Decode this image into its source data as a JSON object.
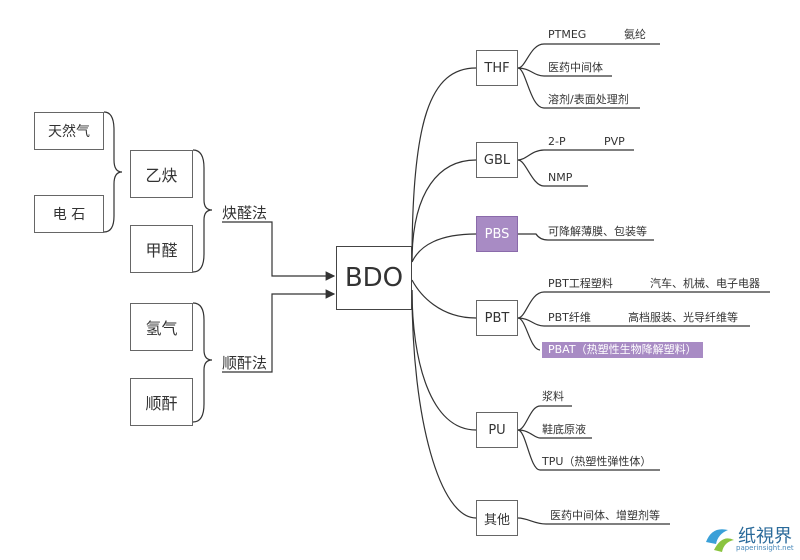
{
  "center": "BDO",
  "sources": {
    "natural_gas": "天然气",
    "electric_stone": "电 石",
    "acetylene": "乙炔",
    "formaldehyde": "甲醛",
    "hydrogen": "氢气",
    "maleic_anhydride": "顺酐"
  },
  "methods": {
    "reppe": "炔醛法",
    "maleic": "顺酐法"
  },
  "products": {
    "thf": {
      "label": "THF",
      "apps": [
        "PTMEG",
        "氨纶",
        "医药中间体",
        "溶剂/表面处理剂"
      ]
    },
    "gbl": {
      "label": "GBL",
      "apps": [
        "2-P",
        "PVP",
        "NMP"
      ]
    },
    "pbs": {
      "label": "PBS",
      "apps": [
        "可降解薄膜、包装等"
      ]
    },
    "pbt": {
      "label": "PBT",
      "apps": [
        "PBT工程塑料",
        "汽车、机械、电子电器",
        "PBT纤维",
        "高档服装、光导纤维等",
        "PBAT（热塑性生物降解塑料）"
      ]
    },
    "pu": {
      "label": "PU",
      "apps": [
        "浆料",
        "鞋底原液",
        "TPU（热塑性弹性体）"
      ]
    },
    "other": {
      "label": "其他",
      "apps": [
        "医药中间体、增塑剂等"
      ]
    }
  },
  "logo": {
    "name": "纸視界",
    "url": "paperinsight.net"
  },
  "colors": {
    "highlight": "#a88bc4",
    "line": "#333333"
  }
}
